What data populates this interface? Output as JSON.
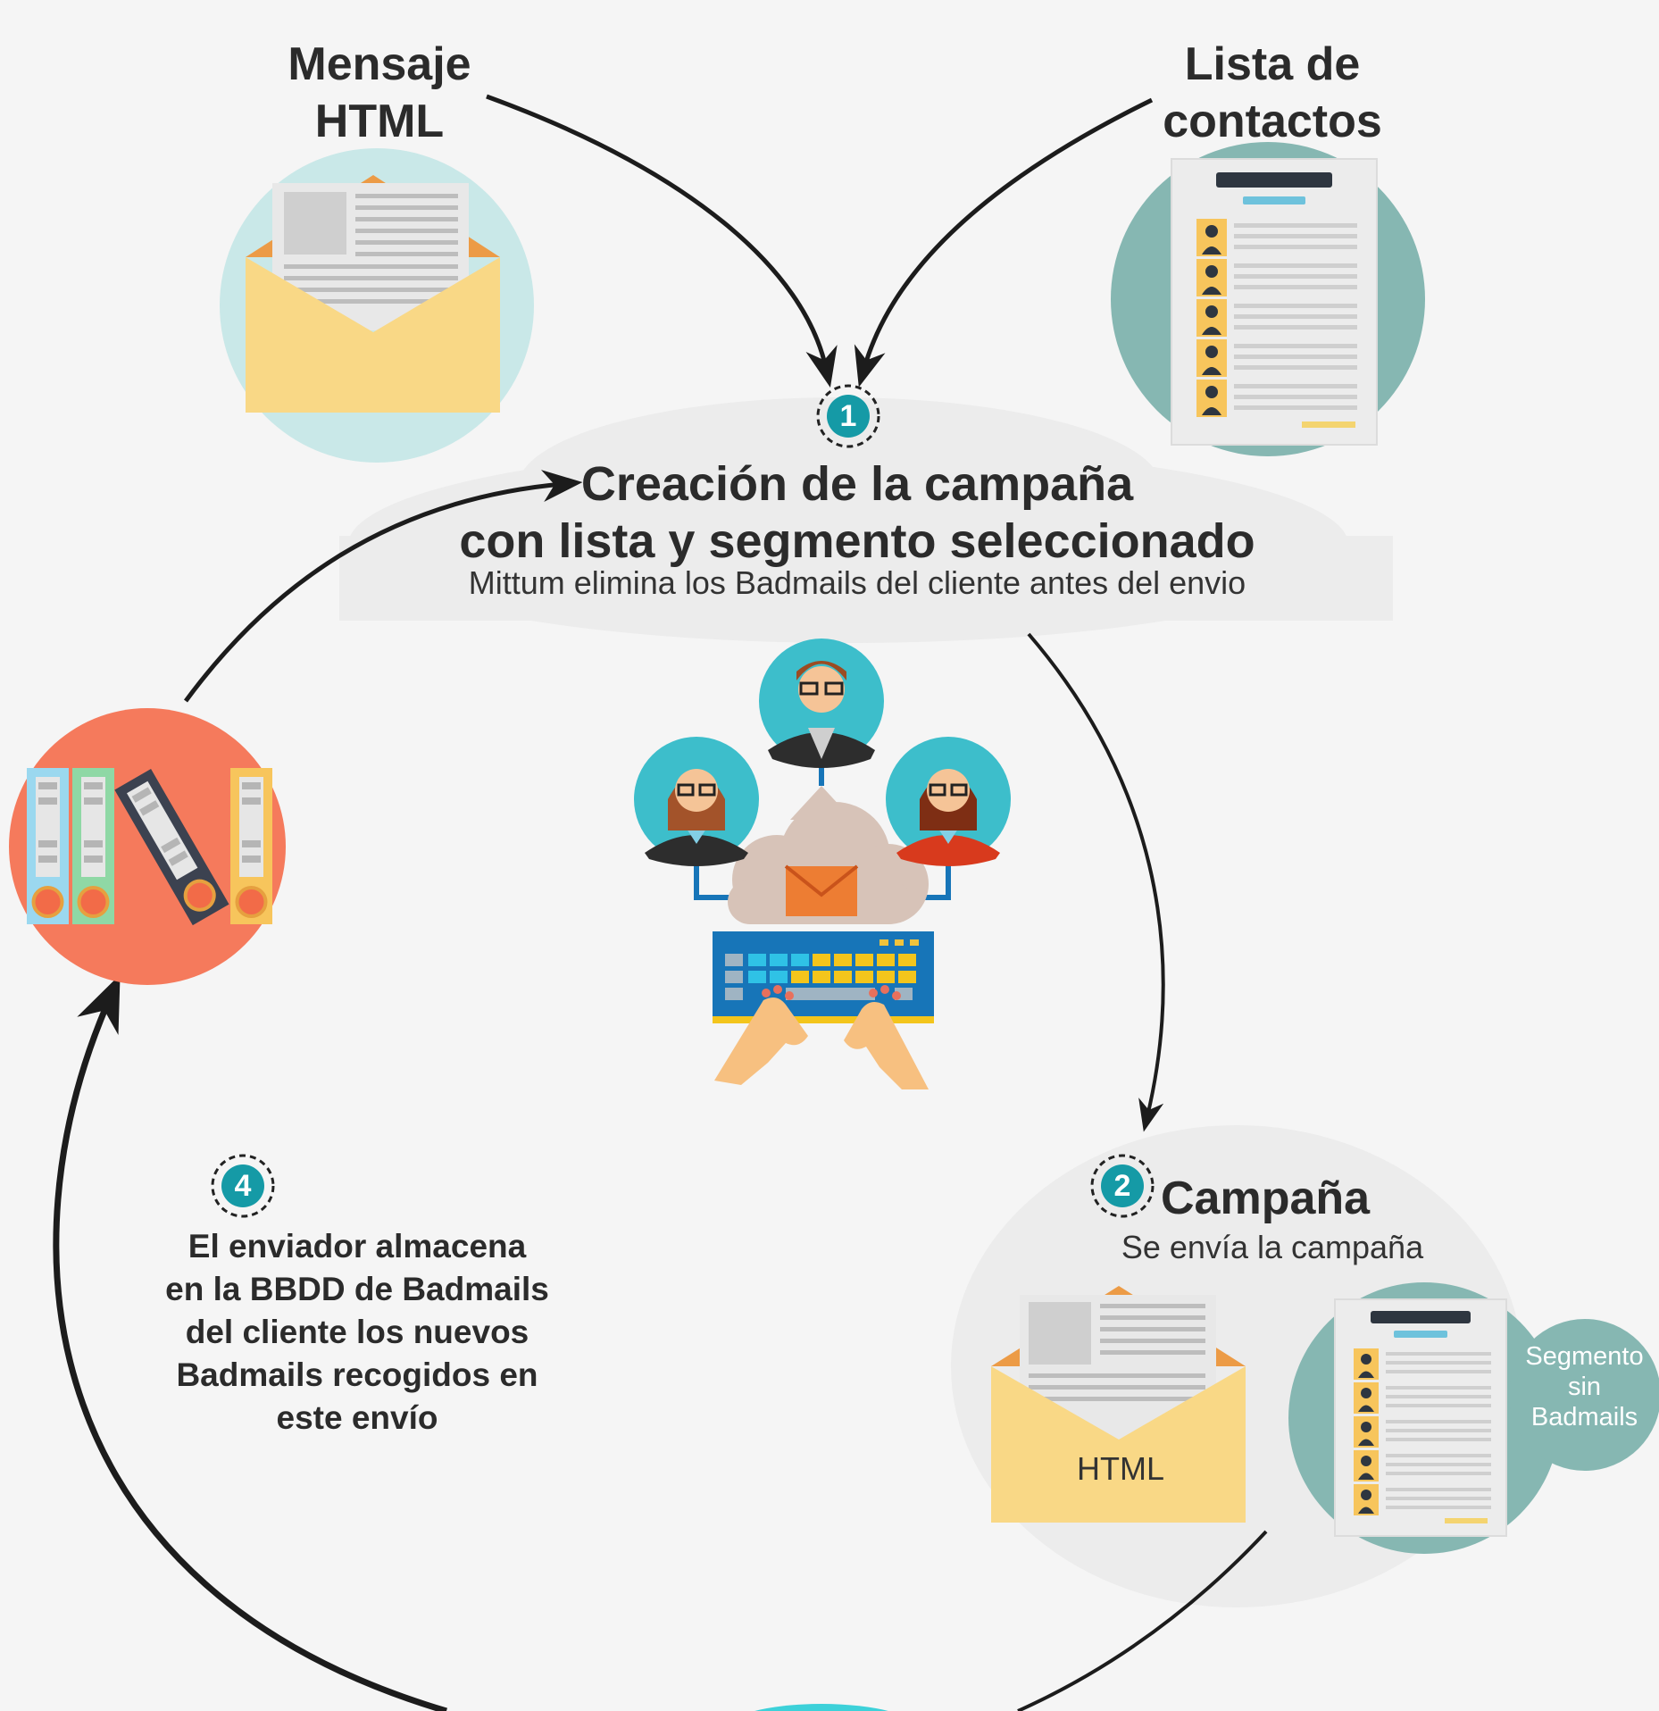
{
  "inputs": {
    "html_message": {
      "label_line1": "Mensaje",
      "label_line2": "HTML"
    },
    "contact_list": {
      "label_line1": "Lista de",
      "label_line2": "contactos"
    }
  },
  "step1": {
    "number": "1",
    "title_line1": "Creación de la campaña",
    "title_line2": "con lista y segmento seleccionado",
    "subtitle": "Mittum elimina los Badmails del cliente antes del envio"
  },
  "step2": {
    "number": "2",
    "title": "Campaña",
    "subtitle": "Se envía la campaña",
    "envelope_label": "HTML",
    "segment_line1": "Segmento",
    "segment_line2": "sin",
    "segment_line3": "Badmails"
  },
  "step4": {
    "number": "4",
    "line1": "El enviador almacena",
    "line2": "en la BBDD de Badmails",
    "line3": "del cliente los nuevos",
    "line4": "Badmails recogidos en",
    "line5": "este envío"
  },
  "colors": {
    "background": "#f5f5f5",
    "teal_badge": "#159aa6",
    "envelope_yellow": "#f9d886",
    "contact_circle": "#86b7b2",
    "envelope_circle": "#c9e8e8",
    "binders_circle": "#f57a5c",
    "people_circle": "#3dbecb"
  }
}
